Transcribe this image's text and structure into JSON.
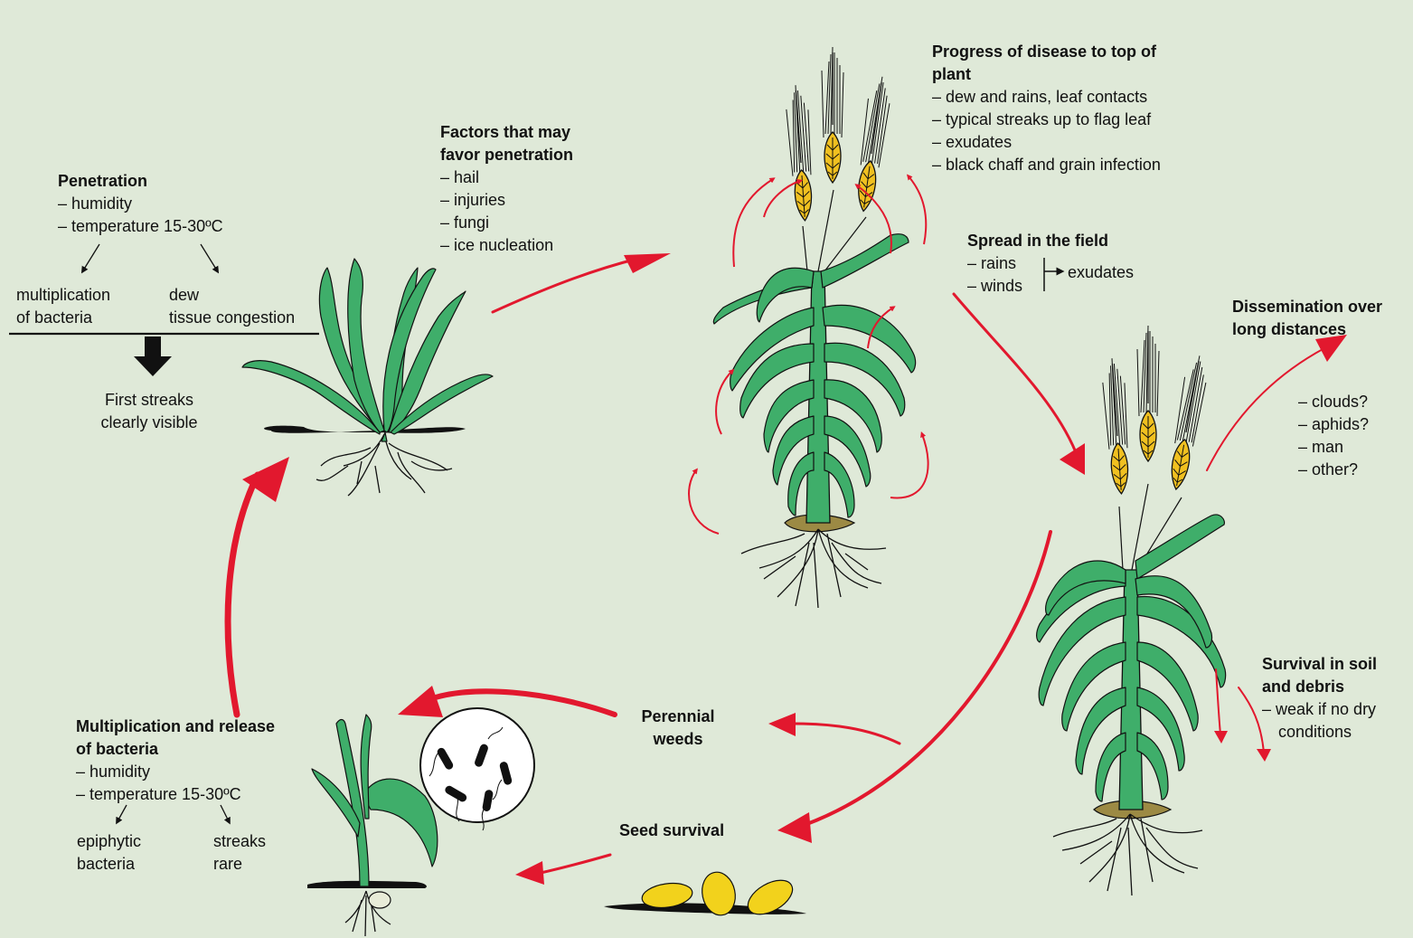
{
  "penetration": {
    "title": "Penetration",
    "lines": [
      "– humidity",
      "– temperature 15-30ºC"
    ],
    "left_branch": [
      "multiplication",
      "of bacteria"
    ],
    "right_branch": [
      "dew",
      "tissue congestion"
    ],
    "result": [
      "First streaks",
      "clearly visible"
    ]
  },
  "factors": {
    "title": [
      "Factors that may",
      "favor penetration"
    ],
    "lines": [
      "– hail",
      "– injuries",
      "– fungi",
      "– ice nucleation"
    ]
  },
  "progress": {
    "title": [
      "Progress of disease to top of",
      "plant"
    ],
    "lines": [
      "– dew and rains, leaf contacts",
      "– typical streaks up to flag leaf",
      "– exudates",
      "– black chaff and grain infection"
    ]
  },
  "spread": {
    "title": "Spread in the field",
    "lines": [
      "– rains",
      "– winds"
    ],
    "result": "exudates"
  },
  "dissemination": {
    "title": [
      "Dissemination over",
      "long distances"
    ],
    "lines": [
      "– clouds?",
      "– aphids?",
      "– man",
      "– other?"
    ]
  },
  "survival_soil": {
    "title": [
      "Survival in soil",
      "and debris"
    ],
    "lines": [
      "– weak if no dry",
      "conditions"
    ]
  },
  "perennial": {
    "title": [
      "Perennial",
      "weeds"
    ]
  },
  "seed": {
    "title": "Seed survival"
  },
  "multiplication": {
    "title": [
      "Multiplication and release",
      "of bacteria"
    ],
    "lines": [
      "– humidity",
      "– temperature 15-30ºC"
    ],
    "left_branch": [
      "epiphytic",
      "bacteria"
    ],
    "right_branch": [
      "streaks",
      "rare"
    ]
  },
  "colors": {
    "background": "#dfe9d8",
    "arrow": "#e2182e",
    "leaf": "#3fae6a",
    "leaf_outline": "#111111",
    "seed": "#f2d21c",
    "soil": "#8a7a3a"
  }
}
